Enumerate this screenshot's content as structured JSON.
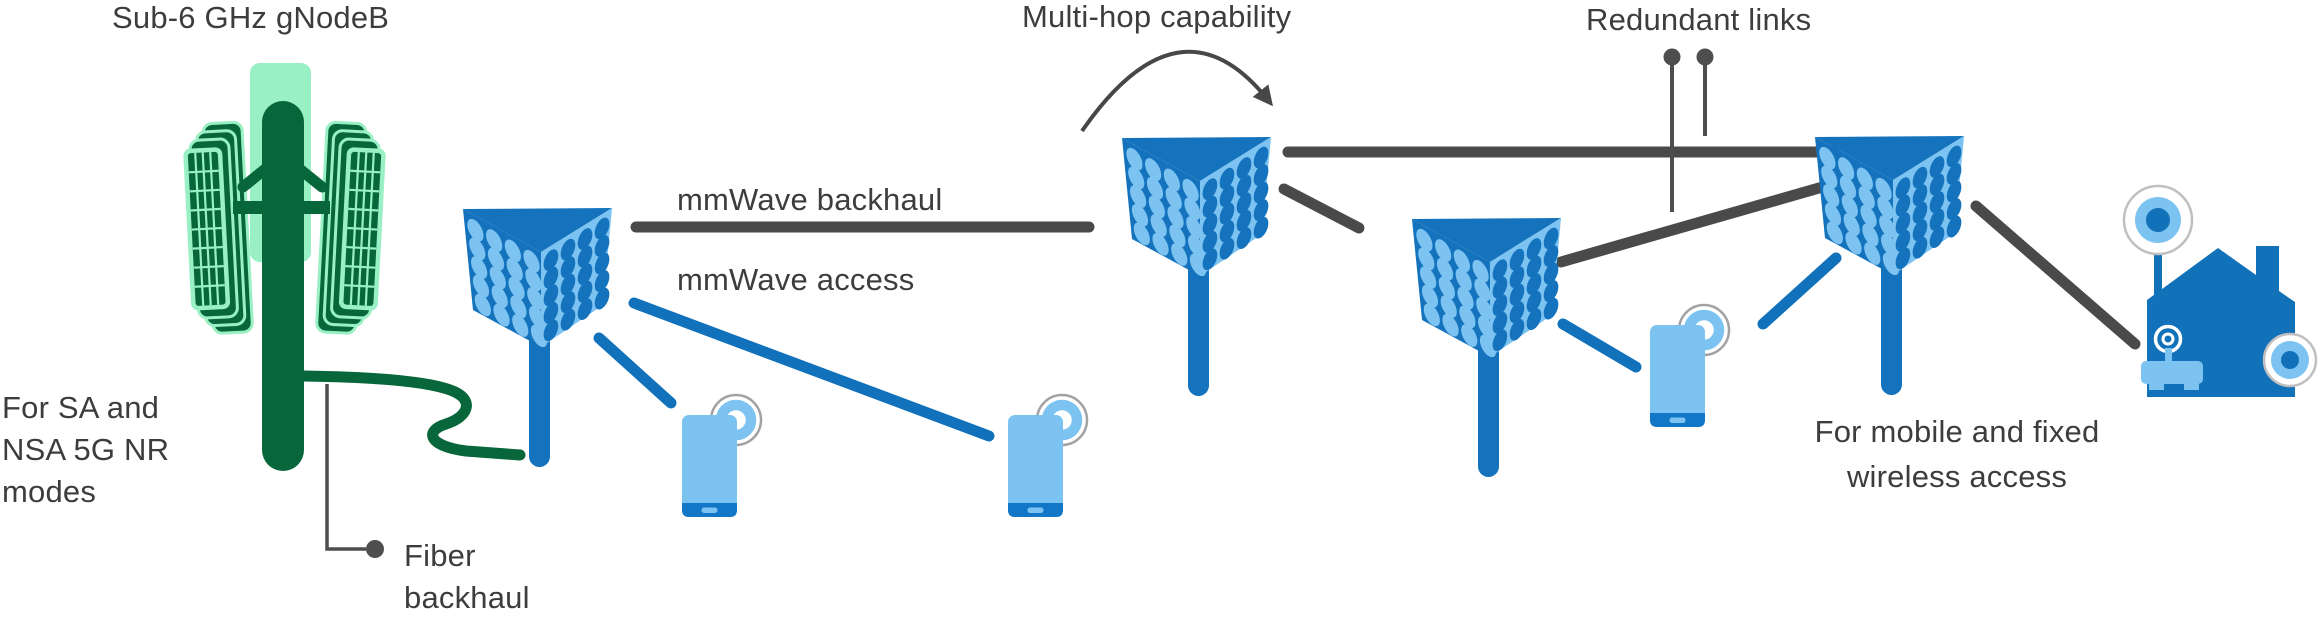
{
  "labels": {
    "gnodeb_title": "Sub-6 GHz gNodeB",
    "gnodeb_modes": "For SA and\nNSA 5G NR\nmodes",
    "fiber_backhaul": "Fiber\nbackhaul",
    "mmwave_backhaul": "mmWave backhaul",
    "mmwave_access": "mmWave access",
    "multi_hop": "Multi-hop capability",
    "redundant_links": "Redundant links",
    "mobile_fixed": "For mobile and fixed\nwireless access"
  },
  "colors": {
    "node_dark_blue": "#1473BC",
    "node_light_blue": "#7CC3F2",
    "phone_band_blue": "#1277C6",
    "house_blue": "#1272B9",
    "access_line_blue": "#1171BB",
    "backhaul_line_gray": "#4A4A4A",
    "callout_gray": "#4E4E4E",
    "signal_ring_gray": "#A2A2A2",
    "tower_dark_green": "#07663A",
    "tower_light_green": "#98F0C4",
    "text": "#3d3d3d",
    "background": "#ffffff"
  },
  "diagram": {
    "nodes": [
      {
        "id": "gnodeb",
        "kind": "sub6-gnodeb-tower"
      },
      {
        "id": "iab-donor-node",
        "kind": "mmwave-node"
      },
      {
        "id": "iab-node-2",
        "kind": "mmwave-node"
      },
      {
        "id": "iab-node-3",
        "kind": "mmwave-node"
      },
      {
        "id": "iab-node-4",
        "kind": "mmwave-node"
      },
      {
        "id": "phone-1",
        "kind": "smartphone"
      },
      {
        "id": "phone-2",
        "kind": "smartphone"
      },
      {
        "id": "phone-3",
        "kind": "smartphone"
      },
      {
        "id": "house",
        "kind": "house-with-cpe-router"
      }
    ],
    "links": [
      {
        "from": "gnodeb",
        "to": "iab-donor-node",
        "type": "fiber-backhaul"
      },
      {
        "from": "iab-donor-node",
        "to": "iab-node-2",
        "type": "mmwave-backhaul"
      },
      {
        "from": "iab-donor-node",
        "to": "phone-1",
        "type": "mmwave-access"
      },
      {
        "from": "iab-donor-node",
        "to": "phone-2",
        "type": "mmwave-access"
      },
      {
        "from": "iab-node-2",
        "to": "iab-node-3",
        "type": "mmwave-backhaul"
      },
      {
        "from": "iab-node-2",
        "to": "iab-node-4",
        "type": "mmwave-backhaul-redundant"
      },
      {
        "from": "iab-node-3",
        "to": "iab-node-4",
        "type": "mmwave-backhaul-redundant"
      },
      {
        "from": "iab-node-3",
        "to": "phone-3",
        "type": "mmwave-access"
      },
      {
        "from": "iab-node-4",
        "to": "phone-3",
        "type": "mmwave-access"
      },
      {
        "from": "iab-node-4",
        "to": "house",
        "type": "fixed-wireless-access"
      }
    ]
  }
}
